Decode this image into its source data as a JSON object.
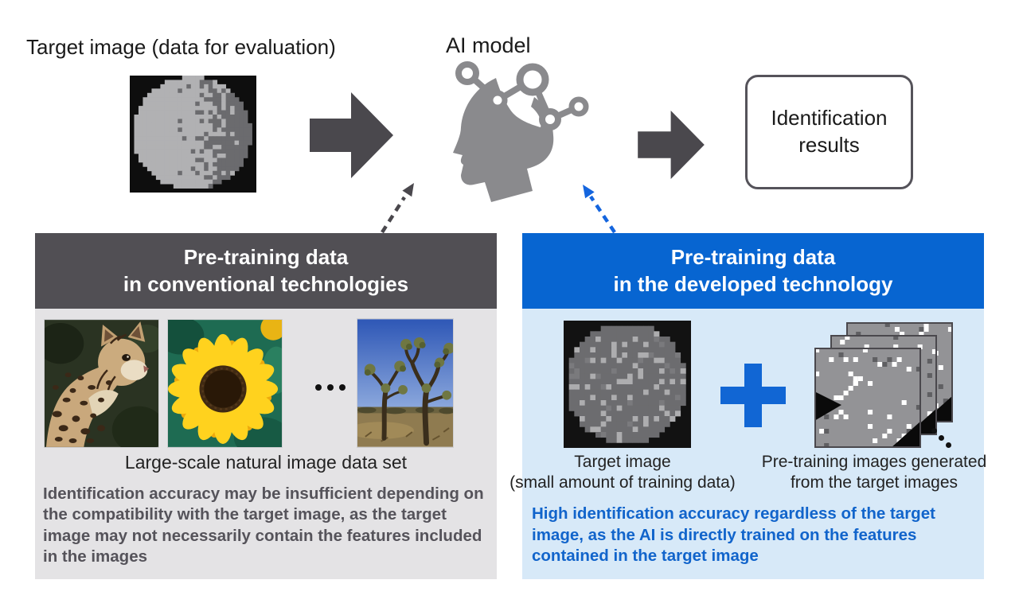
{
  "figure": {
    "top": {
      "target_label": "Target image (data for evaluation)",
      "ai_model_label": "AI model",
      "results_label": "Identification results"
    },
    "left_panel": {
      "title": "Pre-training data\nin conventional technologies",
      "image_names": [
        "wild-cat",
        "sunflower",
        "joshua-trees"
      ],
      "caption": "Large-scale natural image data set",
      "note": "Identification accuracy may be insufficient depending on the compatibility with the target image, as the target image may not necessarily contain the features included in the images"
    },
    "right_panel": {
      "title": "Pre-training data\nin the developed technology",
      "target_caption": "Target image\n(small amount of training data)",
      "generated_caption": "Pre-training images generated\nfrom the target images",
      "note": "High identification accuracy regardless of the target image, as the AI is directly trained on the features contained in the target image"
    },
    "icons": {
      "ai_model_icon": "human-head-profile-with-neural-network-nodes",
      "flow_arrow_icon": "solid-right-arrow",
      "plus_icon": "plus-sign",
      "conventional_pointer_icon": "gray-dashed-up-arrow",
      "developed_pointer_icon": "blue-dashed-up-arrow",
      "ellipsis_icon": "three-horizontal-dots",
      "stack_ellipsis_icon": "three-diagonal-dots"
    },
    "colors": {
      "accent_blue": "#0765D1",
      "note_blue": "#1164CB",
      "plus_blue": "#1166D4",
      "dark_header_gray": "#514F54",
      "arrow_gray": "#4A484D",
      "icon_gray": "#8A8A8D",
      "panel_gray_bg": "#E4E3E5",
      "panel_blue_bg": "#D7E9F8",
      "text_dark": "#1A1A1A",
      "note_gray": "#55535A"
    }
  }
}
